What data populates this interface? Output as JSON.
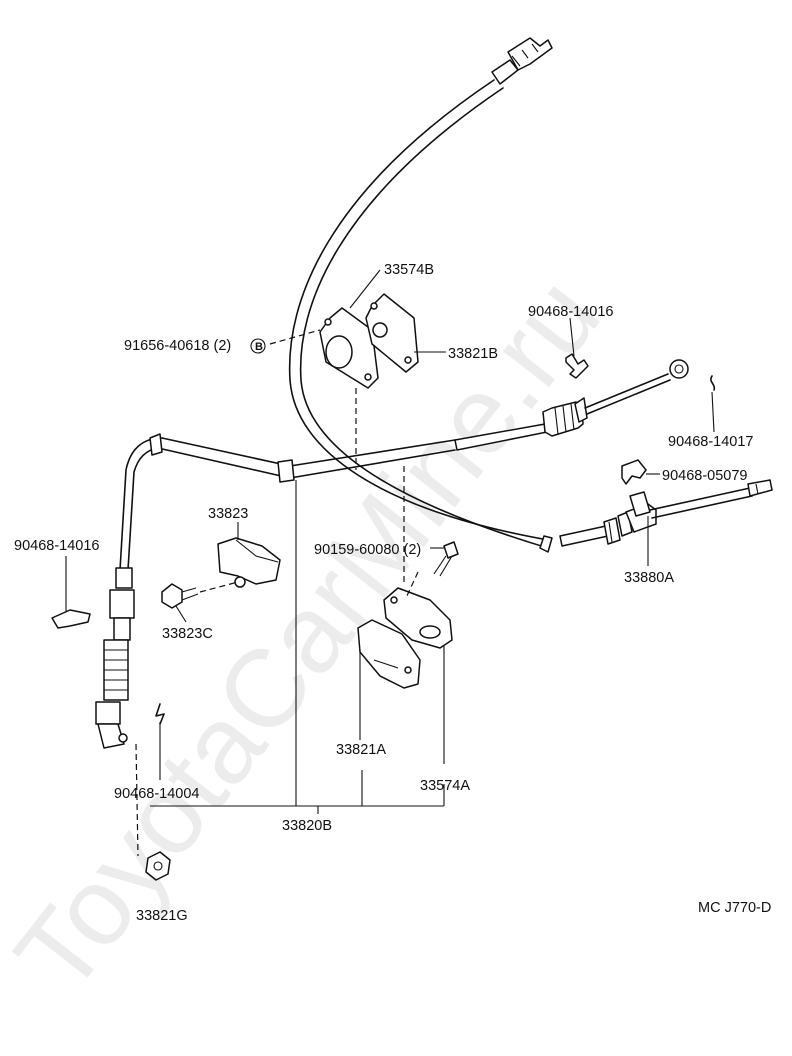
{
  "watermark": "ToyotaCarMine.ru",
  "figure_code": "MC J770-D",
  "labels": {
    "p33574B": "33574B",
    "p91656": "91656-40618 (2)",
    "p91656_mark": "B",
    "p33821B": "33821B",
    "p90468_14016_right": "90468-14016",
    "p90468_14017": "90468-14017",
    "p90468_05079": "90468-05079",
    "p33880A": "33880A",
    "p33823": "33823",
    "p90468_14016_left": "90468-14016",
    "p33823C": "33823C",
    "p90159": "90159-60080 (2)",
    "p33821A": "33821A",
    "p33574A": "33574A",
    "p90468_14004": "90468-14004",
    "p33820B": "33820B",
    "p33821G": "33821G"
  }
}
